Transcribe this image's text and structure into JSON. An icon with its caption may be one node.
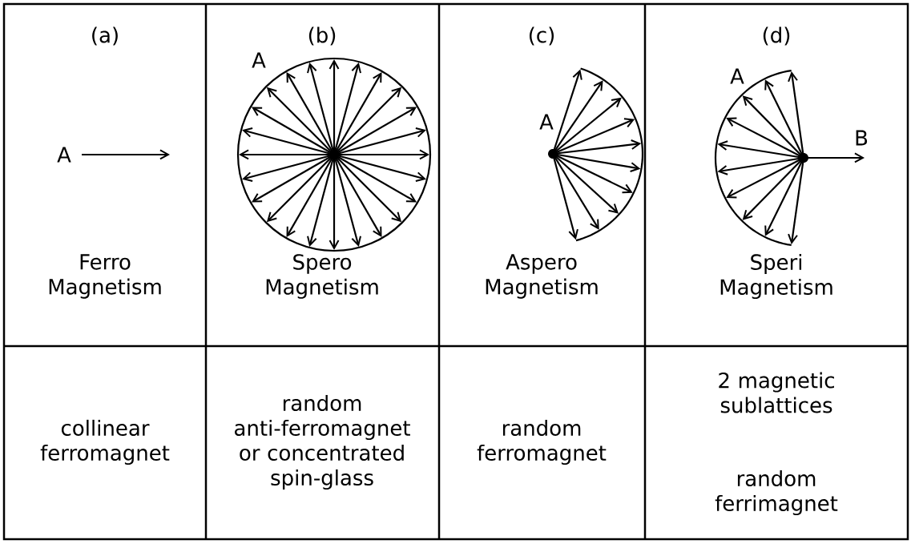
{
  "diagram": {
    "labels": [
      "(a)",
      "(b)",
      "(c)",
      "(d)",
      "A",
      "A",
      "A",
      "B",
      "A",
      "Ferro Magnetism",
      "Spero Magnetism",
      "Aspero Magnetism",
      "Speri Magnetism",
      "collinear ferromagnet",
      "random anti-ferromagnet or concentrated spin-glass",
      "random ferromagnet",
      "2 magnetic sublattices",
      "random ferrimagnet"
    ]
  }
}
